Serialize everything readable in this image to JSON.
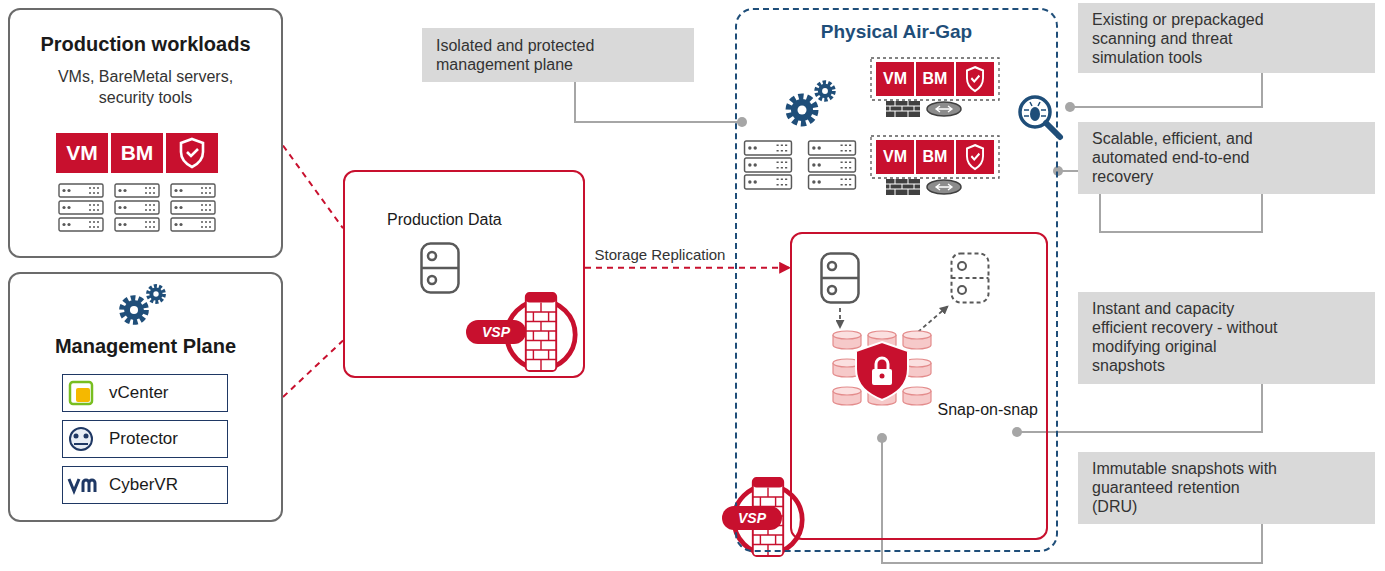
{
  "diagram": {
    "nodes": [
      {
        "text": [
          "Production workloads",
          "VMs, BareMetal servers, security tools"
        ]
      },
      {
        "text": [
          "VM"
        ],
        "in": 0
      },
      {
        "text": [
          "BM"
        ],
        "in": 0
      },
      {
        "text": [
          "Management Plane"
        ]
      },
      {
        "text": [
          "vCenter"
        ],
        "in": 3
      },
      {
        "text": [
          "Protector"
        ],
        "in": 3
      },
      {
        "text": [
          "CyberVR"
        ],
        "in": 3
      },
      {
        "text": [
          "Production Data"
        ]
      },
      {
        "text": [
          "VSP"
        ],
        "in": 7
      },
      {
        "text": [
          "Isolated and protected management plane"
        ]
      },
      {
        "text": [
          "Physical Air-Gap"
        ]
      },
      {
        "text": [
          "VM"
        ],
        "in": 10
      },
      {
        "text": [
          "BM"
        ],
        "in": 10
      },
      {
        "text": [
          "VM"
        ],
        "in": 10
      },
      {
        "text": [
          "BM"
        ],
        "in": 10
      },
      {
        "text": [
          "Snap-on-snap"
        ],
        "in": 10
      },
      {
        "text": [
          "VSP"
        ],
        "in": 10
      },
      {
        "text": [
          "Existing or prepackaged scanning and threat simulation tools"
        ]
      },
      {
        "text": [
          "Scalable, efficient, and automated end-to-end recovery"
        ]
      },
      {
        "text": [
          "Instant and capacity efficient recovery - without modifying original snapshots"
        ]
      },
      {
        "text": [
          "Immutable snapshots with guaranteed retention (DRU)"
        ]
      }
    ],
    "edges": [
      {
        "from": 0,
        "to": 7,
        "arrow": "none"
      },
      {
        "from": 3,
        "to": 7,
        "arrow": "none"
      },
      {
        "from": 7,
        "to": 15,
        "arrow": "to",
        "label": "Storage Replication"
      }
    ]
  }
}
